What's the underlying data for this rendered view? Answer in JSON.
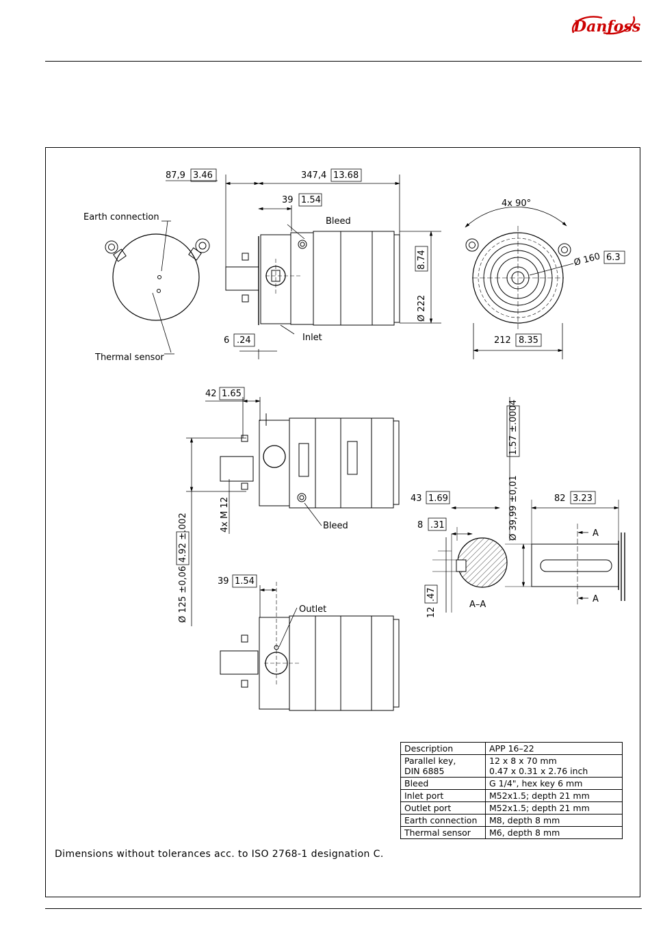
{
  "brand": {
    "logo_text": "Danfoss"
  },
  "dimensions": {
    "d_87_9": "87,9",
    "d_87_9_in": "3.46",
    "d_347_4": "347,4",
    "d_347_4_in": "13.68",
    "d_39": "39",
    "d_39_in": "1.54",
    "d_222": "Ø 222",
    "d_222_in": "8.74",
    "d_6": "6",
    "d_6_in": ".24",
    "d_4x90": "4x 90°",
    "d_160": "Ø 160",
    "d_160_in": "6.3",
    "d_212": "212",
    "d_212_in": "8.35",
    "d_42": "42",
    "d_42_in": "1.65",
    "d_125": "Ø 125 ±0,06",
    "d_125_in": "4.92 ±.002",
    "d_m12": "4x M 12",
    "d_39b": "39",
    "d_39b_in": "1.54",
    "d_43": "43",
    "d_43_in": "1.69",
    "d_8": "8",
    "d_8_in": ".31",
    "d_12": "12",
    "d_12_in": ".47",
    "d_39_99": "Ø 39,99 ±0,01",
    "d_39_99_in": "1.57 ±.0004",
    "d_82": "82",
    "d_82_in": "3.23"
  },
  "labels": {
    "earth_connection": "Earth connection",
    "thermal_sensor": "Thermal sensor",
    "bleed_top": "Bleed",
    "inlet": "Inlet",
    "bleed_mid": "Bleed",
    "outlet": "Outlet",
    "section": "A–A",
    "sec_a_top": "A",
    "sec_a_bottom": "A"
  },
  "note": "Dimensions without tolerances acc. to ISO 2768-1 designation C.",
  "spec_table": {
    "header": {
      "key": "Description",
      "value": "APP 16–22"
    },
    "rows": [
      {
        "key": "Parallel key,",
        "key2": "DIN 6885",
        "value": "12 x 8 x 70 mm",
        "value2": "0.47 x 0.31 x 2.76 inch"
      },
      {
        "key": "Bleed",
        "value": "G 1/4\", hex key 6 mm"
      },
      {
        "key": "Inlet port",
        "value": "M52x1.5; depth 21 mm"
      },
      {
        "key": "Outlet port",
        "value": "M52x1.5; depth 21 mm"
      },
      {
        "key": "Earth connection",
        "value": "M8, depth 8 mm"
      },
      {
        "key": "Thermal sensor",
        "value": "M6, depth 8 mm"
      }
    ]
  }
}
